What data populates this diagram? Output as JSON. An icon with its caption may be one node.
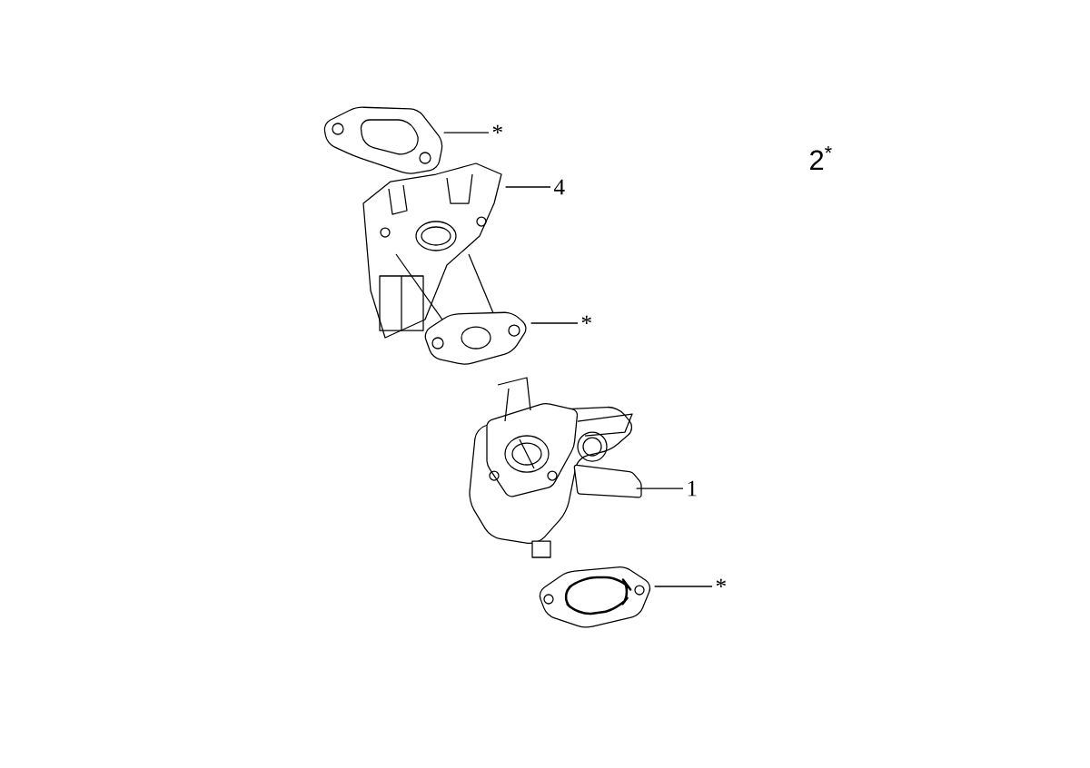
{
  "diagram": {
    "nodes": [
      {
        "text": [
          "*"
        ]
      },
      {
        "text": [],
        "shape": "picture"
      },
      {
        "text": [
          "4"
        ]
      },
      {
        "text": [],
        "shape": "picture"
      },
      {
        "text": [
          "*"
        ]
      },
      {
        "text": [],
        "shape": "picture"
      },
      {
        "text": [
          "1"
        ]
      },
      {
        "text": [],
        "shape": "picture"
      },
      {
        "text": [
          "*"
        ]
      },
      {
        "text": [],
        "shape": "picture"
      }
    ],
    "edges": [
      {
        "from": 0,
        "to": 1,
        "arrow": "none"
      },
      {
        "from": 2,
        "to": 3,
        "arrow": "none"
      },
      {
        "from": 4,
        "to": 5,
        "arrow": "none"
      },
      {
        "from": 6,
        "to": 7,
        "arrow": "none"
      },
      {
        "from": 8,
        "to": 9,
        "arrow": "none"
      }
    ],
    "labels": [
      "2$^{*}$"
    ]
  }
}
